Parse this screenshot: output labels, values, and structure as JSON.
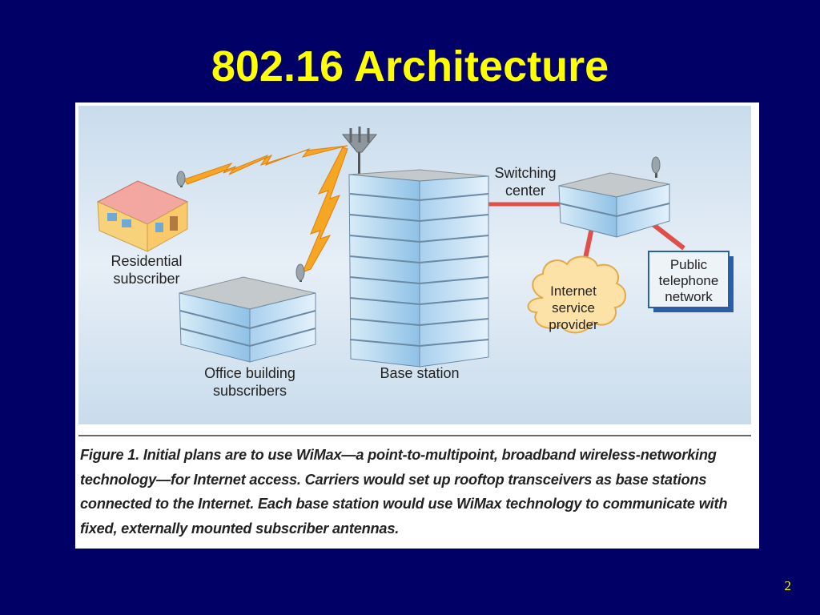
{
  "slide": {
    "title": "802.16 Architecture",
    "page_number": "2"
  },
  "diagram": {
    "labels": {
      "residential_line1": "Residential",
      "residential_line2": "subscriber",
      "office_line1": "Office building",
      "office_line2": "subscribers",
      "base_station": "Base station",
      "switching_line1": "Switching",
      "switching_line2": "center",
      "isp_line1": "Internet",
      "isp_line2": "service",
      "isp_line3": "provider",
      "pstn_line1": "Public",
      "pstn_line2": "telephone",
      "pstn_line3": "network"
    },
    "caption": "Figure 1. Initial plans are to use WiMax—a point-to-multipoint, broadband wireless-networking technology—for Internet access. Carriers would set up rooftop transceivers as base stations connected to the Internet. Each base station would use WiMax technology to communicate with fixed, externally mounted subscriber antennas.",
    "colors": {
      "link": "#e0504a",
      "signal": "#f5a623",
      "building": "#bcd8ec",
      "cloud": "#fde2a8"
    }
  }
}
